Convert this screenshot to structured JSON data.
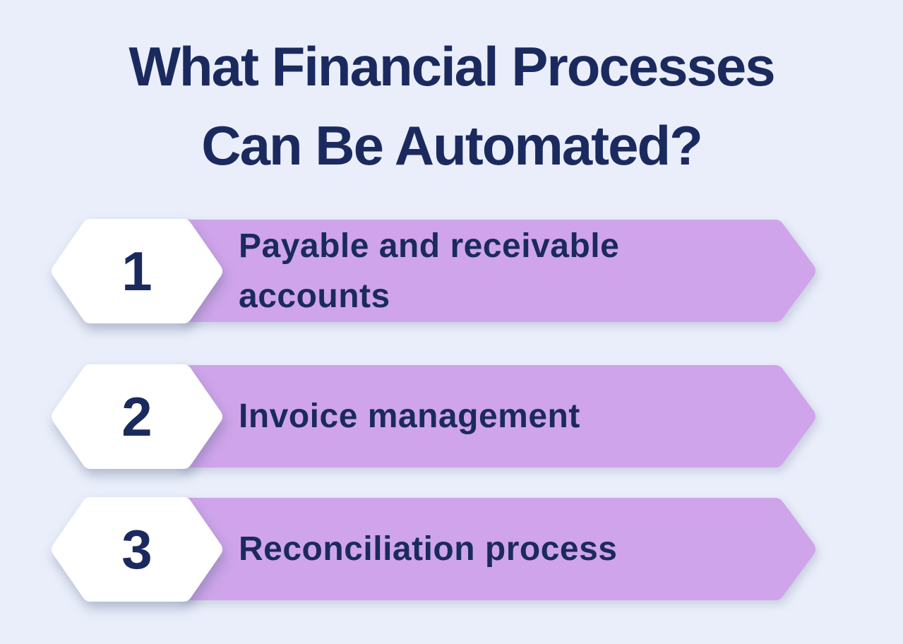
{
  "title": {
    "line1": "What Financial Processes",
    "line2": "Can Be Automated?"
  },
  "items": [
    {
      "number": "1",
      "label_lines": [
        "Payable and receivable",
        "accounts"
      ]
    },
    {
      "number": "2",
      "label_lines": [
        "Invoice management"
      ]
    },
    {
      "number": "3",
      "label_lines": [
        "Reconciliation process"
      ]
    }
  ],
  "colors": {
    "background": "#e9eefa",
    "banner": "#cfa4ea",
    "badge": "#ffffff",
    "text": "#1b2a5e"
  }
}
